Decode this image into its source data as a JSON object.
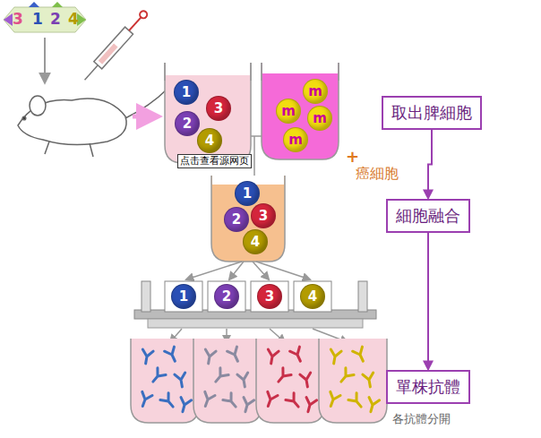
{
  "diagram": {
    "nodes": [
      {
        "text": [
          "3",
          "1",
          "2",
          "4"
        ]
      },
      {
        "text": [
          "1"
        ]
      },
      {
        "text": [
          "3"
        ]
      },
      {
        "text": [
          "2"
        ]
      },
      {
        "text": [
          "4"
        ]
      },
      {
        "text": [
          "m"
        ]
      },
      {
        "text": [
          "m"
        ]
      },
      {
        "text": [
          "m"
        ]
      },
      {
        "text": [
          "m"
        ]
      },
      {
        "text": [
          "1"
        ]
      },
      {
        "text": [
          "2"
        ]
      },
      {
        "text": [
          "3"
        ]
      },
      {
        "text": [
          "4"
        ]
      },
      {
        "text": [
          "1"
        ]
      },
      {
        "text": [
          "2"
        ]
      },
      {
        "text": [
          "3"
        ]
      },
      {
        "text": [
          "4"
        ]
      },
      {
        "text": [
          "取出脾細胞"
        ]
      },
      {
        "text": [
          "細胞融合"
        ]
      },
      {
        "text": [
          "單株抗體"
        ]
      }
    ],
    "edges": [
      {
        "from": 17,
        "to": 18,
        "arrow": "to"
      },
      {
        "from": 18,
        "to": 19,
        "arrow": "to"
      }
    ],
    "labels": [
      "点击查看源网页",
      "+",
      "癌細胞",
      "各抗體分開"
    ]
  }
}
